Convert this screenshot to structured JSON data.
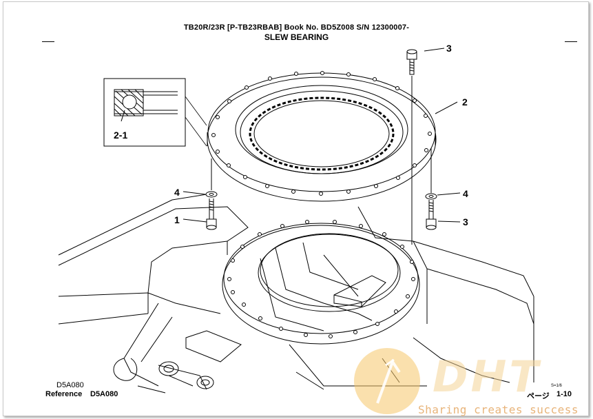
{
  "header": {
    "model_line": "TB20R/23R [P-TB23RBAB]  Book No. BD5Z008  S/N 12300007-",
    "title": "SLEW BEARING"
  },
  "callouts": {
    "bolt_top": "3",
    "ring": "2",
    "detail": "2-1",
    "washer_left": "4",
    "bolt_left": "1",
    "washer_right": "4",
    "bolt_right": "3"
  },
  "footer": {
    "figure_code": "D5A080",
    "reference_label": "Reference",
    "reference_code": "D5A080",
    "scale": "S=1/6",
    "page_label": "ページ",
    "page_number": "1-10"
  },
  "watermark": {
    "text": "Sharing creates success",
    "logo": "DHT",
    "color": "#e8b47a"
  }
}
